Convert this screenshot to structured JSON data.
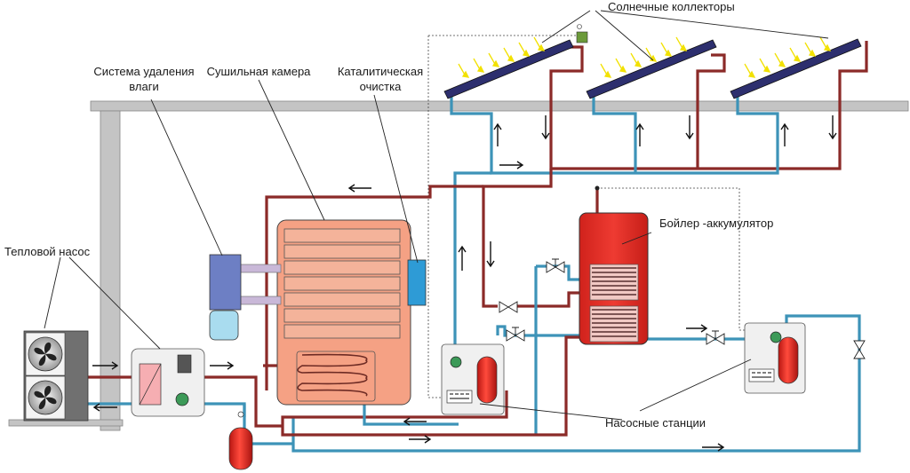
{
  "labels": {
    "solar_collectors": "Солнечные коллекторы",
    "moisture_removal_line1": "Система удаления",
    "moisture_removal_line2": "влаги",
    "drying_chamber": "Сушильная камера",
    "catalytic_line1": "Каталитическая",
    "catalytic_line2": "очистка",
    "boiler": "Бойлер -аккумулятор",
    "heat_pump": "Тепловой насос",
    "pump_stations": "Насосные станции"
  },
  "colors": {
    "hot_pipe": "#8b2a28",
    "cold_pipe": "#3d93b8",
    "boiler": "#e8302c",
    "chamber": "#f5a184",
    "collector": "#2d2f6e",
    "sun_rays": "#f2e100",
    "moisture_unit": "#6d7fc4",
    "catalytic_unit": "#2e9bd6",
    "beam": "#c4c4c4"
  }
}
